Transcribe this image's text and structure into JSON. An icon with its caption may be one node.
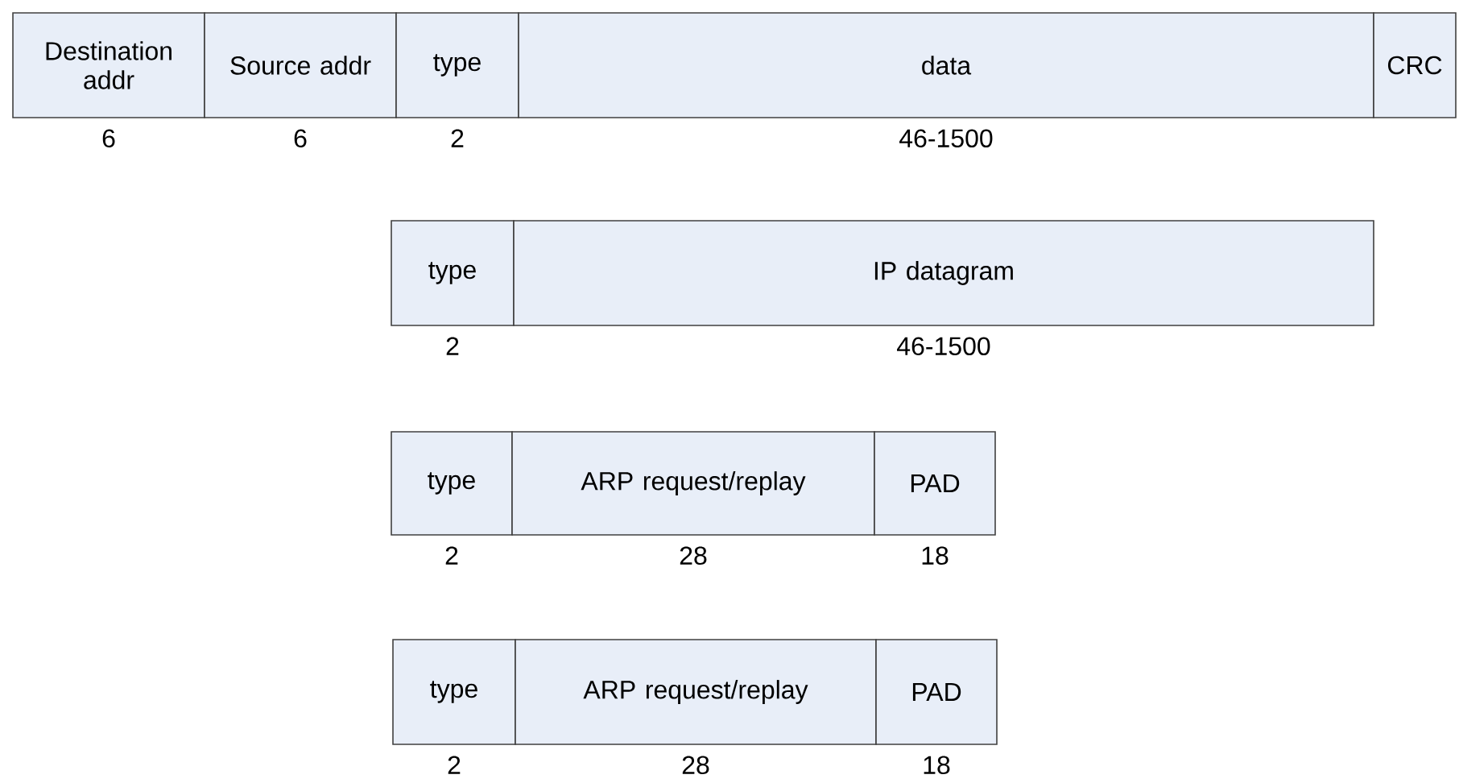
{
  "diagram": {
    "nodes": [
      {
        "text": [
          "Destination addr"
        ],
        "beside": [
          "6"
        ]
      },
      {
        "text": [
          "Source addr"
        ],
        "beside": [
          "6"
        ]
      },
      {
        "text": [
          "type"
        ],
        "beside": [
          "2"
        ]
      },
      {
        "text": [
          "data"
        ],
        "beside": [
          "46-1500"
        ]
      },
      {
        "text": [
          "CRC"
        ]
      },
      {
        "text": [
          "type"
        ],
        "beside": [
          "2"
        ]
      },
      {
        "text": [
          "IP datagram"
        ],
        "beside": [
          "46-1500"
        ]
      },
      {
        "text": [
          "type"
        ],
        "beside": [
          "2"
        ]
      },
      {
        "text": [
          "ARP request/replay"
        ],
        "beside": [
          "28"
        ]
      },
      {
        "text": [
          "PAD"
        ],
        "beside": [
          "18"
        ]
      },
      {
        "text": [
          "type"
        ],
        "beside": [
          "2"
        ]
      },
      {
        "text": [
          "ARP request/replay"
        ],
        "beside": [
          "28"
        ]
      },
      {
        "text": [
          "PAD"
        ],
        "beside": [
          "18"
        ]
      }
    ]
  }
}
